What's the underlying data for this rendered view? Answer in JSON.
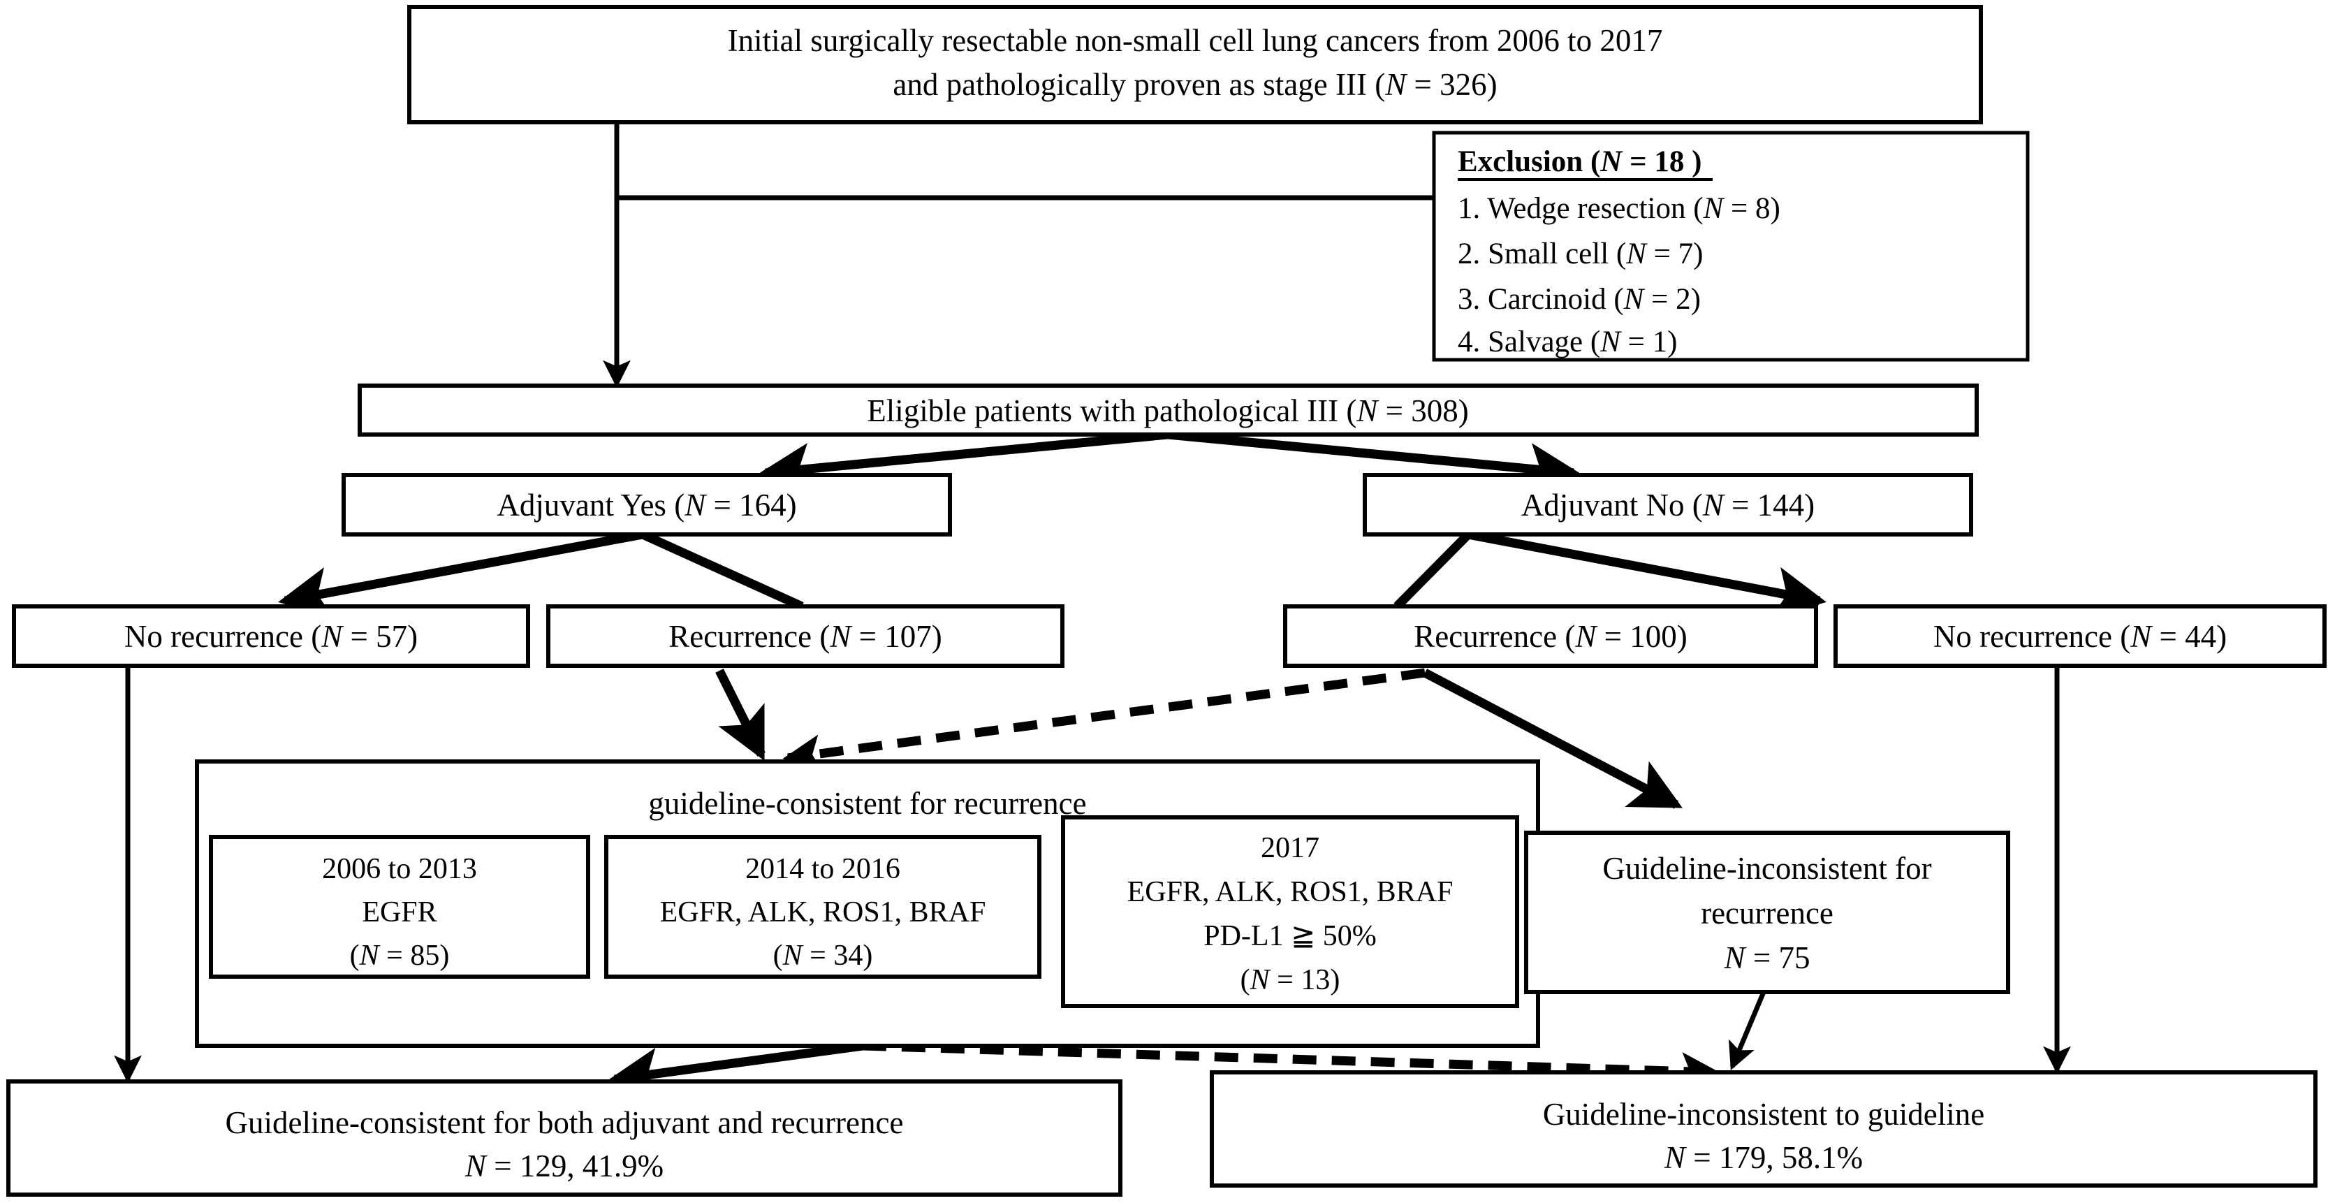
{
  "diagram": {
    "title_implicit": "NSCLC stage III guideline-consistency flowchart",
    "nodes": {
      "initial": {
        "line1": "Initial surgically resectable non-small cell lung cancers  from 2006 to 2017",
        "line2_pre": "and pathologically proven as stage III (",
        "line2_n": "N",
        "line2_post": " = 326)"
      },
      "exclusion": {
        "heading_pre": "Exclusion (",
        "heading_n": "N",
        "heading_post": " = 18 )",
        "items": [
          {
            "text_pre": "1. Wedge resection (",
            "n": "N",
            "text_post": " = 8)"
          },
          {
            "text_pre": "2. Small cell (",
            "n": "N",
            "text_post": " = 7)"
          },
          {
            "text_pre": "3. Carcinoid (",
            "n": "N",
            "text_post": " = 2)"
          },
          {
            "text_pre": "4. Salvage (",
            "n": "N",
            "text_post": " = 1)"
          }
        ]
      },
      "eligible": {
        "text_pre": "Eligible patients with pathological III (",
        "n": "N",
        "text_post": " = 308)"
      },
      "adjuvant_yes": {
        "text_pre": "Adjuvant Yes (",
        "n": "N",
        "text_post": " = 164)"
      },
      "adjuvant_no": {
        "text_pre": "Adjuvant No (",
        "n": "N",
        "text_post": " = 144)"
      },
      "no_recurrence_left": {
        "text_pre": "No recurrence (",
        "n": "N",
        "text_post": " = 57)"
      },
      "recurrence_left": {
        "text_pre": "Recurrence (",
        "n": "N",
        "text_post": " = 107)"
      },
      "recurrence_right": {
        "text_pre": "Recurrence (",
        "n": "N",
        "text_post": " = 100)"
      },
      "no_recurrence_right": {
        "text_pre": "No recurrence (",
        "n": "N",
        "text_post": " = 44)"
      },
      "guideline_consistent_group": {
        "heading": "guideline-consistent for recurrence",
        "periods": [
          {
            "years": "2006 to 2013",
            "markers": "EGFR",
            "markers2": "",
            "n_pre": "(",
            "n": "N",
            "n_post": " = 85)"
          },
          {
            "years": "2014 to 2016",
            "markers": "EGFR, ALK, ROS1, BRAF",
            "markers2": "",
            "n_pre": "(",
            "n": "N",
            "n_post": " = 34)"
          },
          {
            "years": "2017",
            "markers": "EGFR, ALK, ROS1, BRAF",
            "markers2": "PD-L1 ≧ 50%",
            "n_pre": "(",
            "n": "N",
            "n_post": " = 13)"
          }
        ]
      },
      "guideline_inconsistent_recurrence": {
        "line1": "Guideline-inconsistent for",
        "line2": "recurrence",
        "line3_n": "N",
        "line3_post": " = 75"
      },
      "bottom_consistent": {
        "line1": "Guideline-consistent for both adjuvant and recurrence",
        "line2_n": "N",
        "line2_post": " = 129, 41.9%"
      },
      "bottom_inconsistent": {
        "line1": "Guideline-inconsistent to guideline",
        "line2_n": "N",
        "line2_post": " = 179, 58.1%"
      }
    },
    "colors": {
      "stroke": "#000000",
      "fill": "#ffffff",
      "text": "#000000"
    }
  }
}
